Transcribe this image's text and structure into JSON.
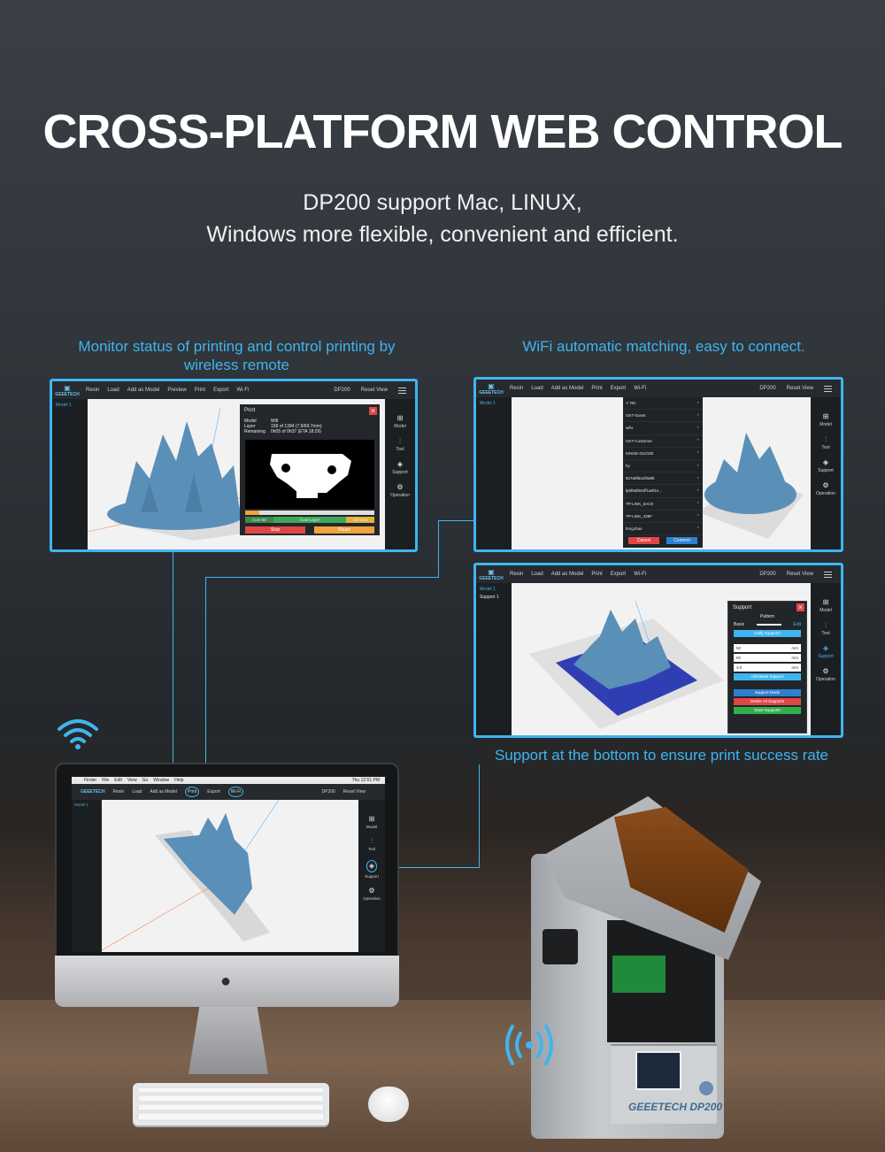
{
  "header": {
    "title": "CROSS-PLATFORM WEB CONTROL",
    "subtitle_line1": "DP200 support Mac, LINUX,",
    "subtitle_line2": "Windows more flexible, convenient and efficient."
  },
  "captions": {
    "monitor": "Monitor status of printing and control printing by wireless remote",
    "wifi": "WiFi automatic matching, easy to connect.",
    "support": "Support at the bottom to ensure print success rate"
  },
  "app": {
    "logo": "GEEETECH",
    "menu": [
      "Resin",
      "Load",
      "Add as Model",
      "Preview",
      "Print",
      "Export",
      "Wi-Fi"
    ],
    "menu_short": [
      "Resin",
      "Load",
      "Add as Model",
      "Print",
      "Export",
      "Wi-Fi"
    ],
    "device": "DP200",
    "reset_view": "Reset View",
    "model_item": "Model 1",
    "support_item": "Support 1",
    "right_tools": [
      "Model",
      "Tool",
      "Support",
      "Operation"
    ]
  },
  "print_dialog": {
    "title": "Print",
    "rows": [
      {
        "label": "Model",
        "value": "Will"
      },
      {
        "label": "Layer",
        "value": "158 of 1394 (7.9/69.7mm)"
      },
      {
        "label": "Remaining",
        "value": "0h05 of 0h37 (ETA 18:29)"
      }
    ],
    "cure_left": "Cure Bri",
    "cure_mid": "Cure Layer",
    "cure_right": "Lift Wait",
    "stop": "Stop",
    "pause": "Pause"
  },
  "wifi_dialog": {
    "networks": [
      "RD",
      "GKT-Guest",
      "wifu",
      "GKT-Customer",
      "KINGE-GUOZE",
      "hy",
      "827a6f5a1f0a8b",
      "lp6f8af82eff1a6f1e...",
      "TP-LINK_5AC9",
      "TP-LINK_438F",
      "fengchao"
    ],
    "cancel": "Cancel",
    "connect": "Connect"
  },
  "support_dialog": {
    "title": "Support",
    "pattern_label": "Pattern",
    "basic": "Basic",
    "edit": "Edit",
    "unify": "Unify Supports",
    "inputs": [
      {
        "value": "50",
        "unit": "mm"
      },
      {
        "value": "80",
        "unit": "mm"
      },
      {
        "value": "3.0",
        "unit": "mm"
      }
    ],
    "add_base": "Add Base Support",
    "support_mode": "Support Mode",
    "delete_all": "Delete All Supports",
    "save": "Save Supports"
  },
  "imac_screen": {
    "mac_menu": [
      "Finder",
      "File",
      "Edit",
      "View",
      "Go",
      "Window",
      "Help"
    ],
    "clock": "Thu 12:51 PM",
    "menu": [
      "Resin",
      "Load",
      "Add as Model",
      "Print",
      "Export",
      "Wi-Fi"
    ],
    "device": "DP200",
    "reset_view": "Reset View",
    "model_item": "Model 1",
    "right_tools": [
      "Model",
      "Tool",
      "Support",
      "Operation"
    ]
  },
  "printer": {
    "brand": "GEEETECH DP200"
  },
  "colors": {
    "accent": "#3fb5f0",
    "model": "#5a8fb8",
    "stop": "#e04646",
    "pause": "#f0a23c",
    "base_plate": "#2f3fb3",
    "save": "#2fb04a"
  }
}
